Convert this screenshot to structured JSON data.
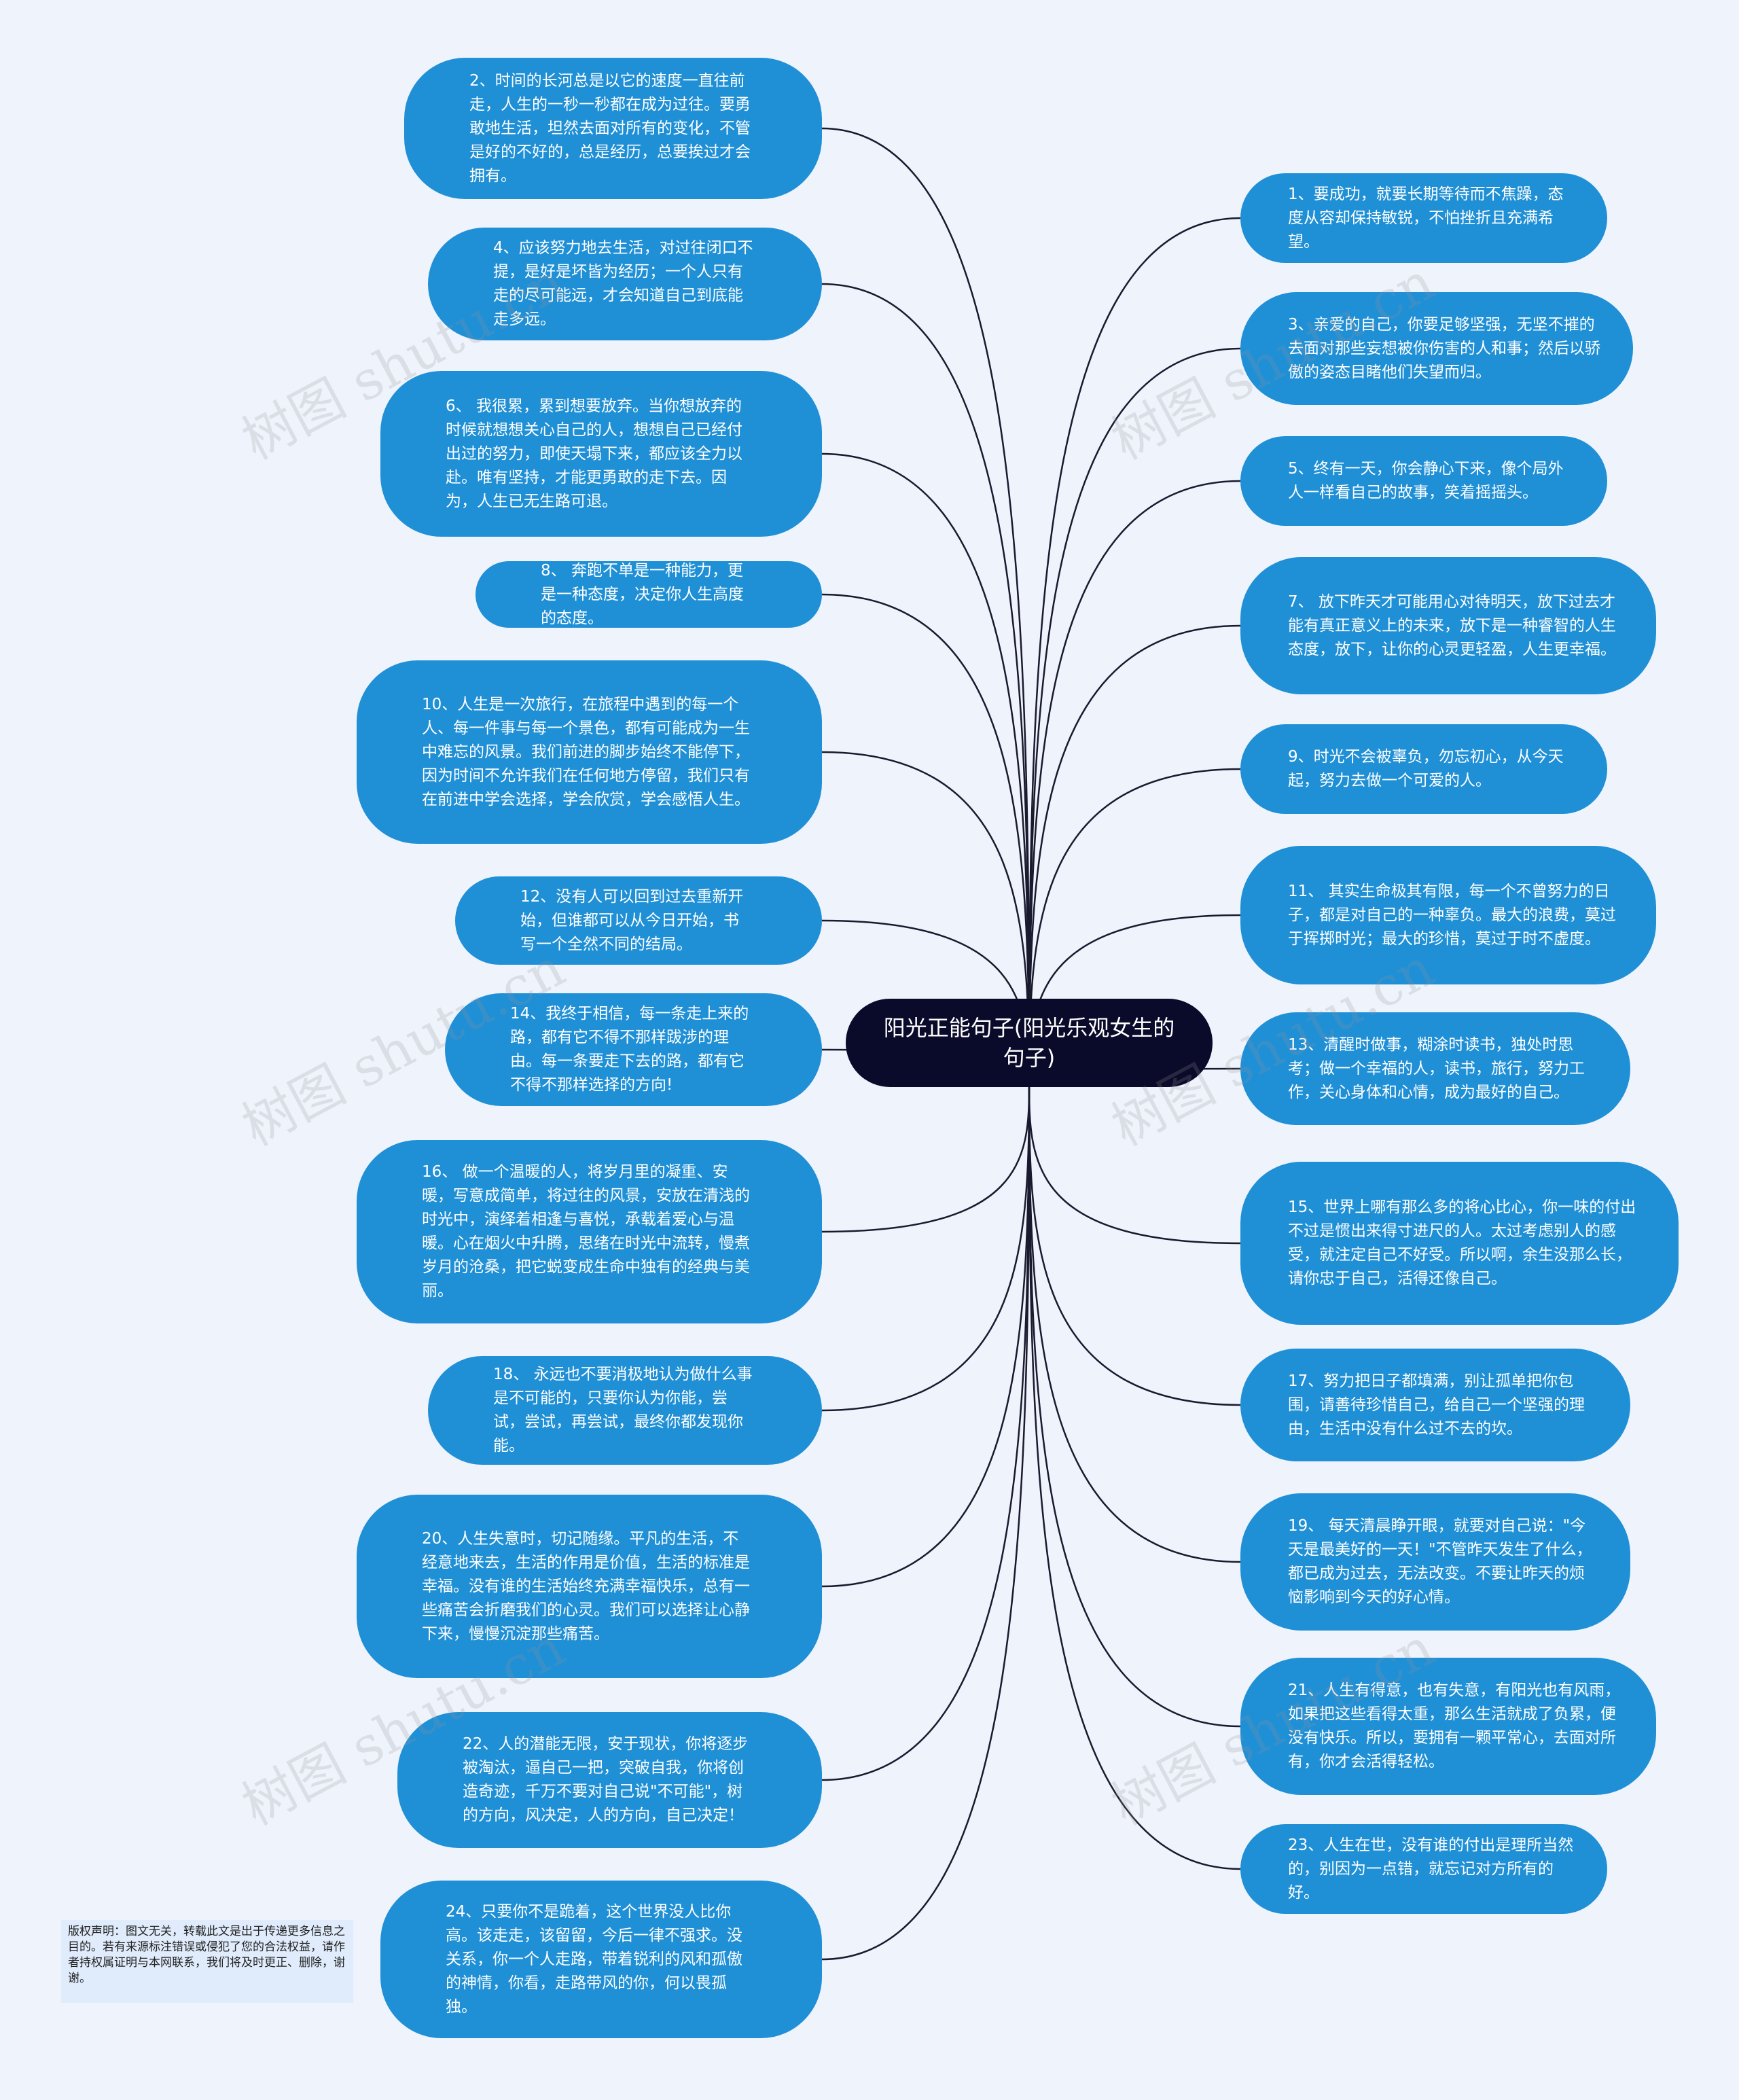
{
  "center": {
    "title": "阳光正能句子(阳光乐观女生的句子)"
  },
  "left_nodes": [
    {
      "text": "2、时间的长河总是以它的速度一直往前走，人生的一秒一秒都在成为过往。要勇敢地生活，坦然去面对所有的变化，不管是好的不好的，总是经历，总要挨过才会拥有。"
    },
    {
      "text": "4、应该努力地去生活，对过往闭口不提，是好是坏皆为经历；一个人只有走的尽可能远，才会知道自己到底能走多远。"
    },
    {
      "text": "6、 我很累，累到想要放弃。当你想放弃的时候就想想关心自己的人，想想自己已经付出过的努力，即使天塌下来，都应该全力以赴。唯有坚持，才能更勇敢的走下去。因为，人生已无生路可退。"
    },
    {
      "text": "8、 奔跑不单是一种能力，更是一种态度，决定你人生高度的态度。"
    },
    {
      "text": "10、人生是一次旅行，在旅程中遇到的每一个人、每一件事与每一个景色，都有可能成为一生中难忘的风景。我们前进的脚步始终不能停下，因为时间不允许我们在任何地方停留，我们只有在前进中学会选择，学会欣赏，学会感悟人生。"
    },
    {
      "text": "12、没有人可以回到过去重新开始，但谁都可以从今日开始，书写一个全然不同的结局。"
    },
    {
      "text": "14、我终于相信，每一条走上来的路，都有它不得不那样跋涉的理由。每一条要走下去的路，都有它不得不那样选择的方向!"
    },
    {
      "text": "16、 做一个温暖的人，将岁月里的凝重、安暖，写意成简单，将过往的风景，安放在清浅的时光中，演绎着相逢与喜悦，承载着爱心与温暖。心在烟火中升腾，思绪在时光中流转，慢煮岁月的沧桑，把它蜕变成生命中独有的经典与美丽。"
    },
    {
      "text": "18、 永远也不要消极地认为做什么事是不可能的，只要你认为你能，尝试，尝试，再尝试，最终你都发现你能。"
    },
    {
      "text": "20、人生失意时，切记随缘。平凡的生活，不经意地来去，生活的作用是价值，生活的标准是幸福。没有谁的生活始终充满幸福快乐，总有一些痛苦会折磨我们的心灵。我们可以选择让心静下来，慢慢沉淀那些痛苦。"
    },
    {
      "text": "22、人的潜能无限，安于现状，你将逐步被淘汰，逼自己一把，突破自我，你将创造奇迹，千万不要对自己说\"不可能\"，树的方向，风决定，人的方向，自己决定！"
    },
    {
      "text": "24、只要你不是跪着，这个世界没人比你高。该走走，该留留，今后一律不强求。没关系，你一个人走路，带着锐利的风和孤傲的神情，你看，走路带风的你，何以畏孤独。"
    }
  ],
  "right_nodes": [
    {
      "text": "1、要成功，就要长期等待而不焦躁，态度从容却保持敏锐，不怕挫折且充满希望。"
    },
    {
      "text": "3、亲爱的自己，你要足够坚强，无坚不摧的去面对那些妄想被你伤害的人和事；然后以骄傲的姿态目睹他们失望而归。"
    },
    {
      "text": "5、终有一天，你会静心下来，像个局外人一样看自己的故事，笑着摇摇头。"
    },
    {
      "text": "7、 放下昨天才可能用心对待明天，放下过去才能有真正意义上的未来，放下是一种睿智的人生态度，放下，让你的心灵更轻盈，人生更幸福。"
    },
    {
      "text": "9、时光不会被辜负，勿忘初心，从今天起，努力去做一个可爱的人。"
    },
    {
      "text": "11、 其实生命极其有限，每一个不曾努力的日子，都是对自己的一种辜负。最大的浪费，莫过于挥掷时光；最大的珍惜，莫过于时不虚度。"
    },
    {
      "text": "13、清醒时做事，糊涂时读书，独处时思考；做一个幸福的人，读书，旅行，努力工作，关心身体和心情，成为最好的自己。"
    },
    {
      "text": "15、世界上哪有那么多的将心比心，你一味的付出不过是惯出来得寸进尺的人。太过考虑别人的感受，就注定自己不好受。所以啊，余生没那么长，请你忠于自己，活得还像自己。"
    },
    {
      "text": "17、努力把日子都填满，别让孤单把你包围，请善待珍惜自己，给自己一个坚强的理由，生活中没有什么过不去的坎。"
    },
    {
      "text": "19、 每天清晨睁开眼，就要对自己说：\"今天是最美好的一天！\"不管昨天发生了什么，都已成为过去，无法改变。不要让昨天的烦恼影响到今天的好心情。"
    },
    {
      "text": "21、人生有得意，也有失意，有阳光也有风雨，如果把这些看得太重，那么生活就成了负累，便没有快乐。所以，要拥有一颗平常心，去面对所有，你才会活得轻松。"
    },
    {
      "text": "23、人生在世，没有谁的付出是理所当然的，别因为一点错，就忘记对方所有的好。"
    }
  ],
  "note": {
    "text": "版权声明：图文无关，转载此文是出于传递更多信息之目的。若有来源标注错误或侵犯了您的合法权益，请作者持权属证明与本网联系，我们将及时更正、删除，谢谢。"
  },
  "watermark": {
    "text": "树图 shutu.cn"
  },
  "colors": {
    "node": "#1f8fd6",
    "center": "#0a0a2a",
    "line": "#1a1a2e",
    "background": "#eef3fc"
  }
}
